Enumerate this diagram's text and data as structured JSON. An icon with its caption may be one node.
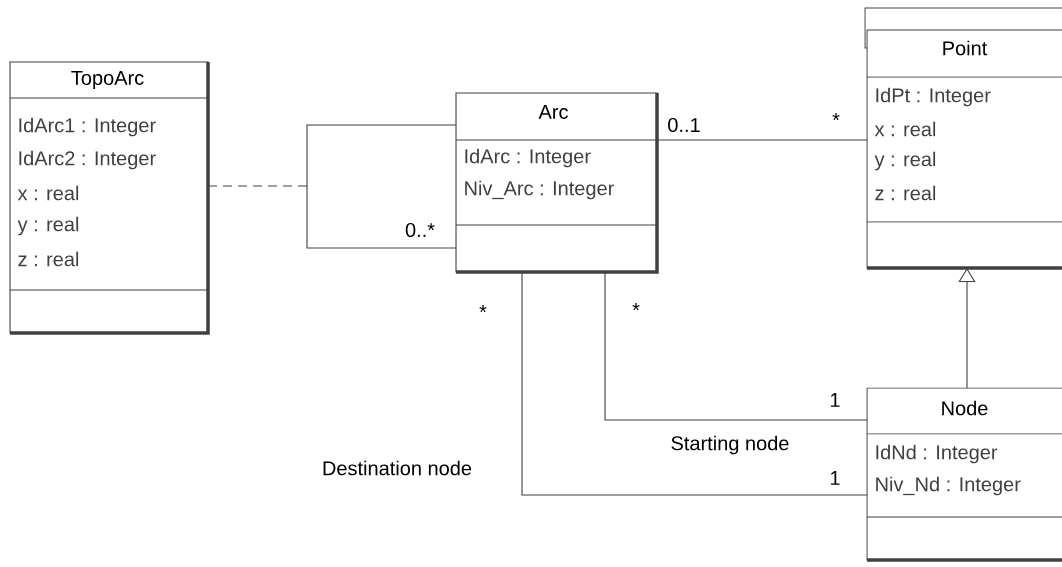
{
  "diagram": {
    "nodes": [
      {
        "text": [
          "TopoArc",
          "IdArc1 : Integer",
          "IdArc2 : Integer",
          "x : real",
          "y : real",
          "z : real"
        ]
      },
      {
        "text": [
          "Arc",
          "IdArc : Integer",
          "Niv_Arc : Integer"
        ]
      },
      {
        "text": [
          "Point",
          "IdPt : Integer",
          "x : real",
          "y : real",
          "z : real"
        ]
      },
      {
        "text": [
          "Node",
          "IdNd : Integer",
          "Niv_Nd : Integer"
        ]
      },
      {
        "text": [],
        "shape": "box"
      }
    ],
    "edges": [
      {
        "from": 0,
        "to": null,
        "arrow": "none",
        "style": "dashed"
      },
      {
        "from": 1,
        "to": 1,
        "arrow": "none"
      },
      {
        "from": 1,
        "to": 2,
        "arrow": "none"
      },
      {
        "from": 3,
        "to": 2,
        "arrow": "to"
      },
      {
        "from": 1,
        "to": 3,
        "arrow": "none",
        "label": "Starting node"
      },
      {
        "from": 1,
        "to": 3,
        "arrow": "none",
        "label": "Destination node"
      }
    ],
    "labels": [
      "0..1",
      "*",
      "0..*",
      "*",
      "*",
      "1",
      "1"
    ]
  }
}
